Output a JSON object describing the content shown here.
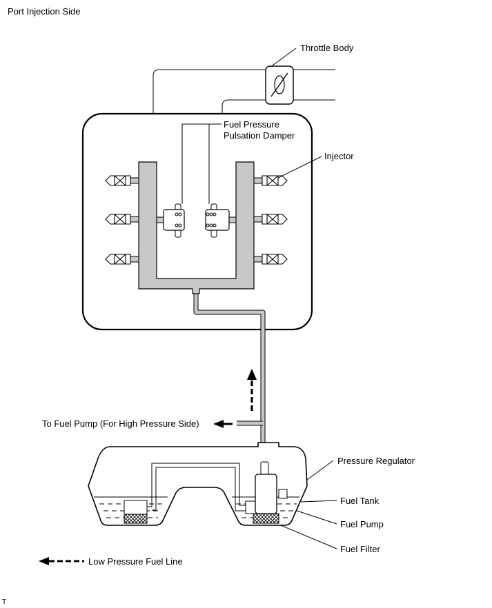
{
  "diagram": {
    "title": "Port Injection Side",
    "labels": {
      "throttle_body": "Throttle Body",
      "damper_line1": "Fuel Pressure",
      "damper_line2": "Pulsation Damper",
      "injector": "Injector",
      "to_fuel_pump": "To Fuel Pump (For High Pressure Side)",
      "pressure_regulator": "Pressure Regulator",
      "fuel_tank": "Fuel Tank",
      "fuel_pump": "Fuel Pump",
      "fuel_filter": "Fuel Filter",
      "legend_low_pressure": "Low Pressure Fuel Line",
      "corner_mark": "T"
    },
    "colors": {
      "fuel_rail_gray": "#c8c8c8",
      "line": "#000000"
    }
  }
}
